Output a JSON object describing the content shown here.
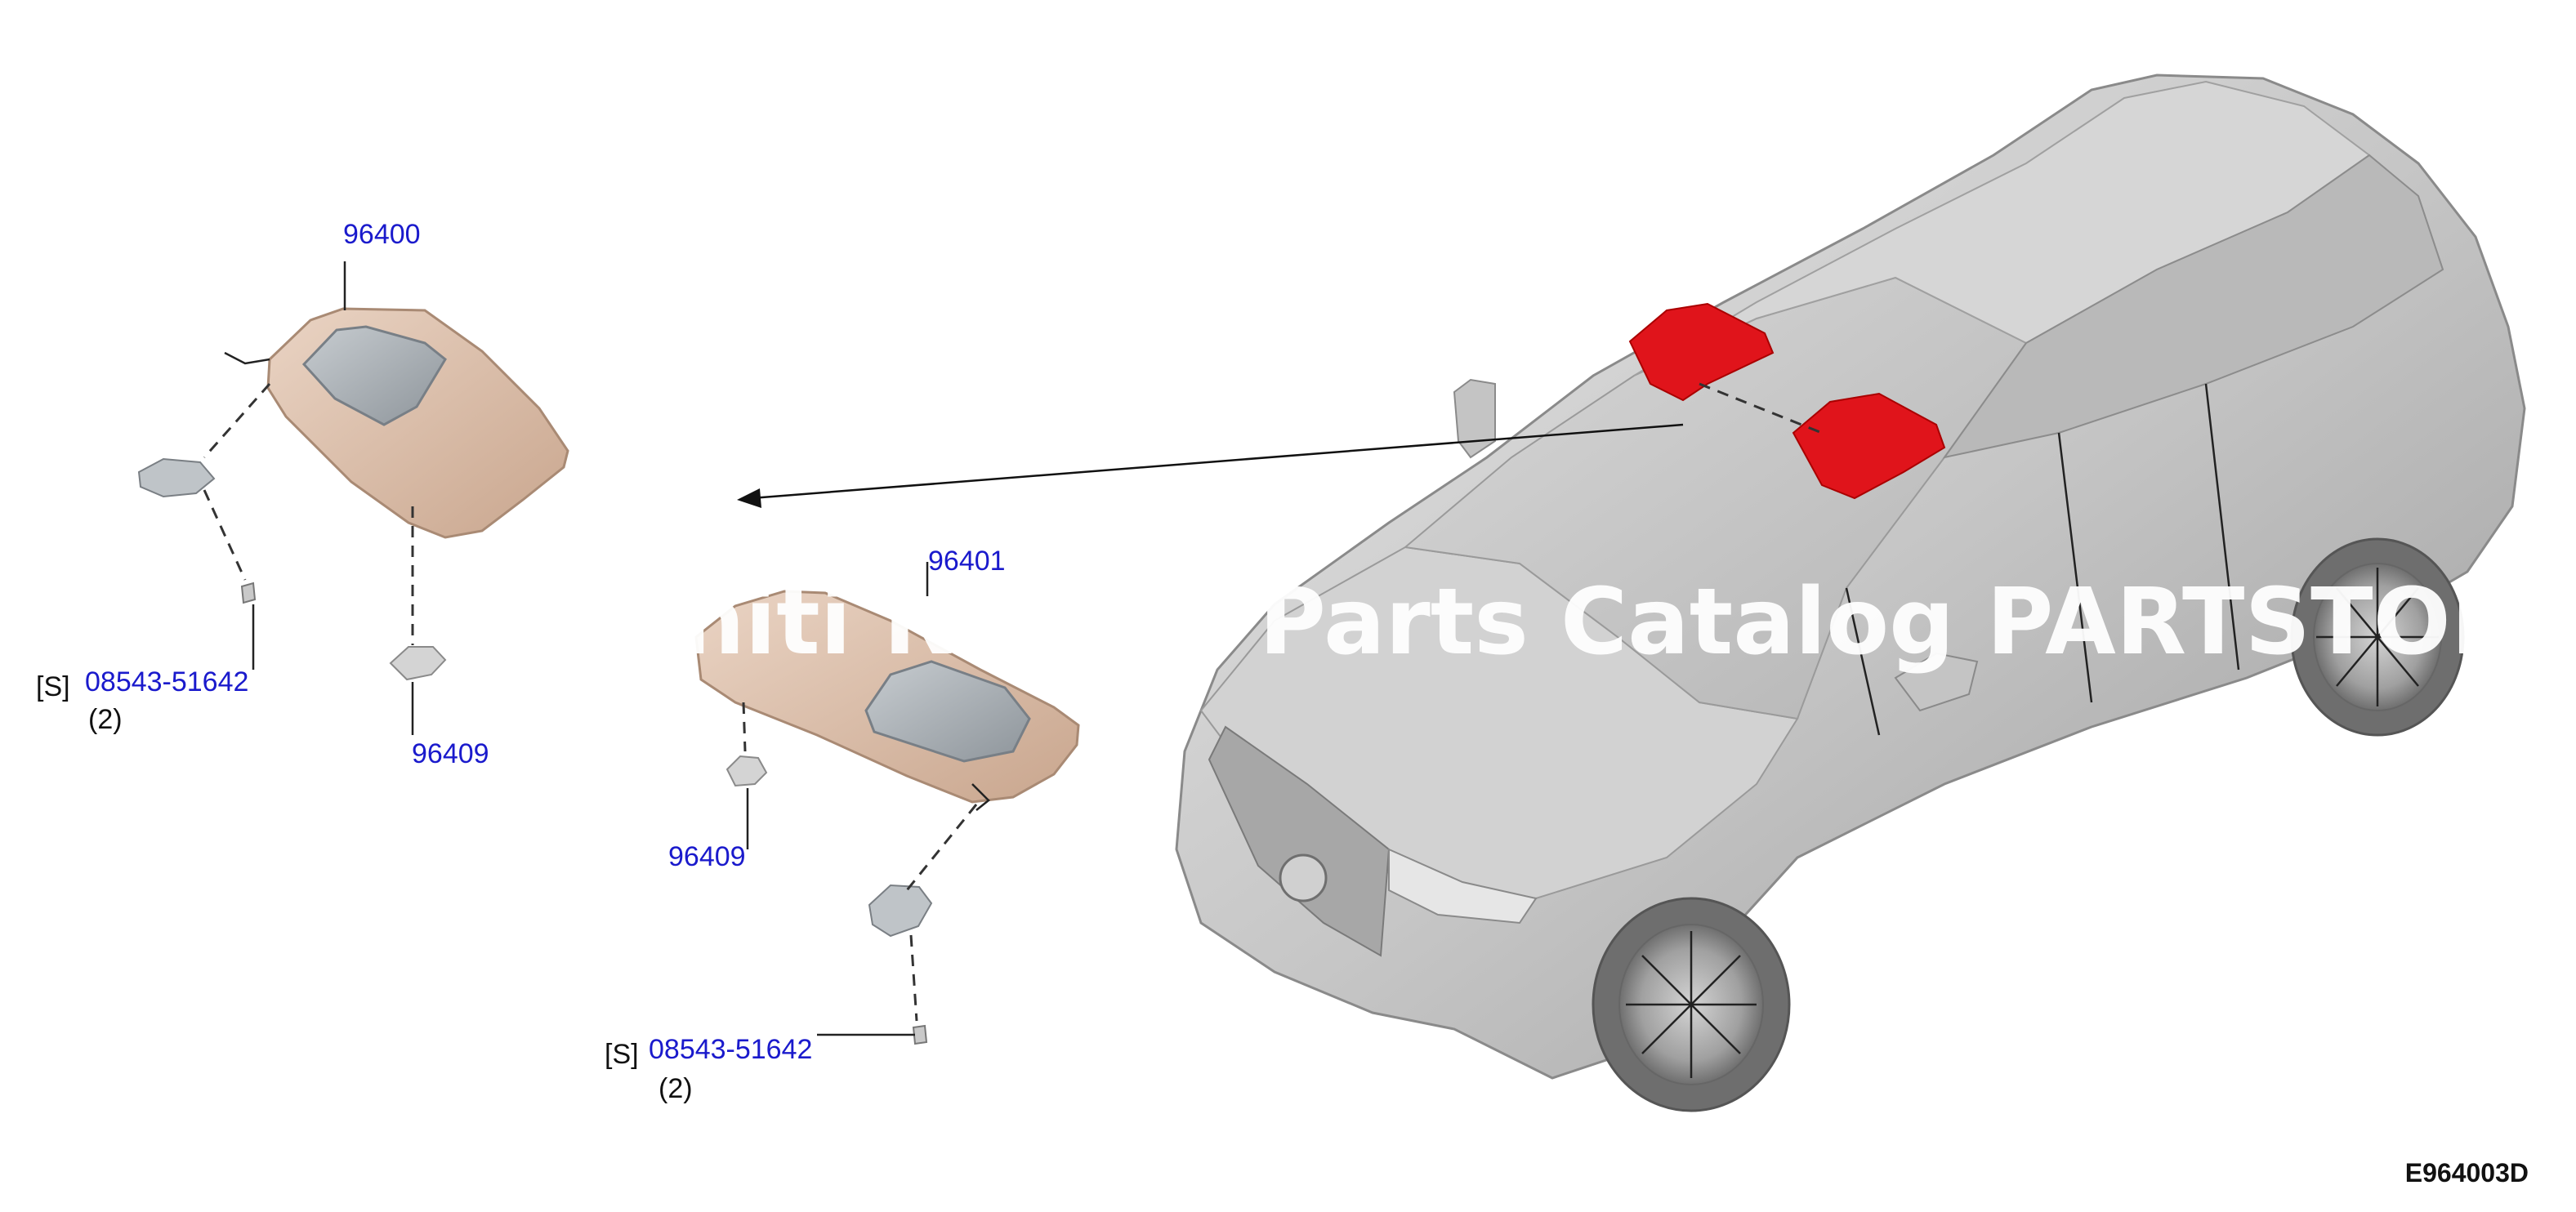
{
  "parts": {
    "visor_left_number": "96400",
    "visor_right_number": "96401",
    "holder_left_number": "96409",
    "holder_right_number": "96409",
    "screw_left_number": "08543-51642",
    "screw_right_number": "08543-51642",
    "screw_left_qty": "(2)",
    "screw_right_qty": "(2)",
    "spec_marker_left": "[S]",
    "spec_marker_right": "[S]"
  },
  "diagram_code": "E964003D",
  "watermark": "Infiniti Nissan Parts Catalog PARTSTORE.SA",
  "colors": {
    "part_link": "#1a1acc",
    "highlight": "#e0141b",
    "visor": "#d9bca6",
    "car_body": "#c8c8c8"
  }
}
